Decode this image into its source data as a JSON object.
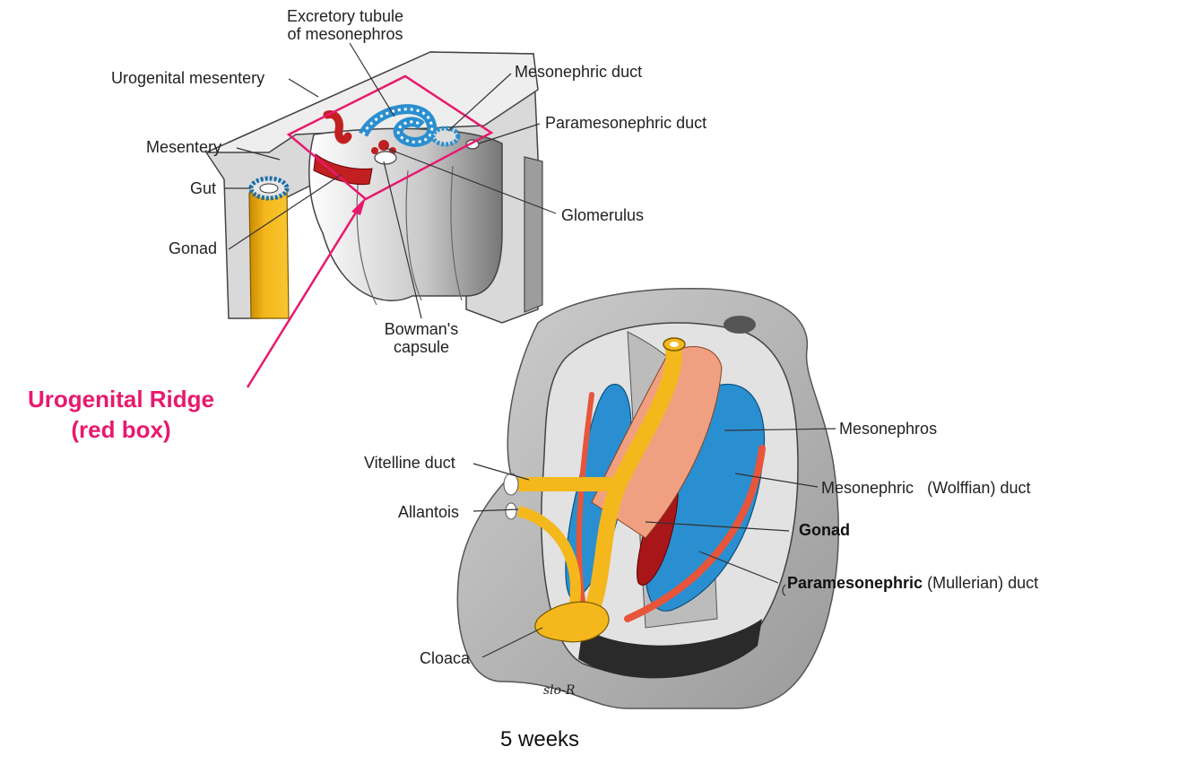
{
  "top_diagram": {
    "labels": {
      "excretory_tubule": "Excretory tubule",
      "of_mesonephros": "of mesonephros",
      "urogenital_mesentery": "Urogenital mesentery",
      "mesonephric_duct": "Mesonephric duct",
      "paramesonephric_duct": "Paramesonephric duct",
      "mesentery": "Mesentery",
      "gut": "Gut",
      "gonad": "Gonad",
      "glomerulus": "Glomerulus",
      "bowmans": "Bowman's",
      "capsule": "capsule"
    }
  },
  "annotation": {
    "line1": "Urogenital Ridge",
    "line2": "(red box)",
    "color": "#e8196e"
  },
  "bottom_diagram": {
    "labels": {
      "mesonephros": "Mesonephros",
      "mesonephric": "Mesonephric",
      "wolffian_duct": "(Wolffian) duct",
      "gonad": "Gonad",
      "paramesonephric": "Paramesonephric",
      "mullerian_duct": "(Mullerian) duct",
      "vitelline_duct": "Vitelline duct",
      "allantois": "Allantois",
      "cloaca": "Cloaca"
    },
    "signature": "slo-R"
  },
  "caption": "5 weeks"
}
